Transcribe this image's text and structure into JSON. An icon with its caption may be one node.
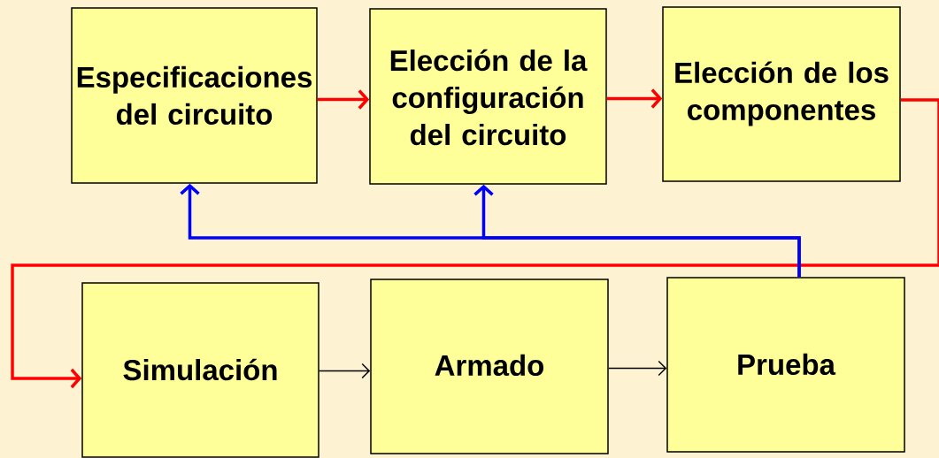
{
  "diagram": {
    "nodes": [
      {
        "text": [
          "Especificaciones del circuito"
        ]
      },
      {
        "text": [
          "Elección de la configuración del circuito"
        ]
      },
      {
        "text": [
          "Elección de los componentes"
        ]
      },
      {
        "text": [
          "Simulación"
        ]
      },
      {
        "text": [
          "Armado"
        ]
      },
      {
        "text": [
          "Prueba"
        ]
      }
    ],
    "edges": [
      {
        "from": 0,
        "to": 1,
        "arrow": "to",
        "color": "#ff0000"
      },
      {
        "from": 1,
        "to": 2,
        "arrow": "to",
        "color": "#ff0000"
      },
      {
        "from": 2,
        "to": 3,
        "arrow": "to",
        "color": "#ff0000"
      },
      {
        "from": 3,
        "to": 4,
        "arrow": "to",
        "color": "#000000"
      },
      {
        "from": 4,
        "to": 5,
        "arrow": "to",
        "color": "#000000"
      },
      {
        "from": 5,
        "to": 0,
        "arrow": "to",
        "color": "#0000ff"
      },
      {
        "from": 5,
        "to": 1,
        "arrow": "to",
        "color": "#0000ff"
      }
    ]
  }
}
